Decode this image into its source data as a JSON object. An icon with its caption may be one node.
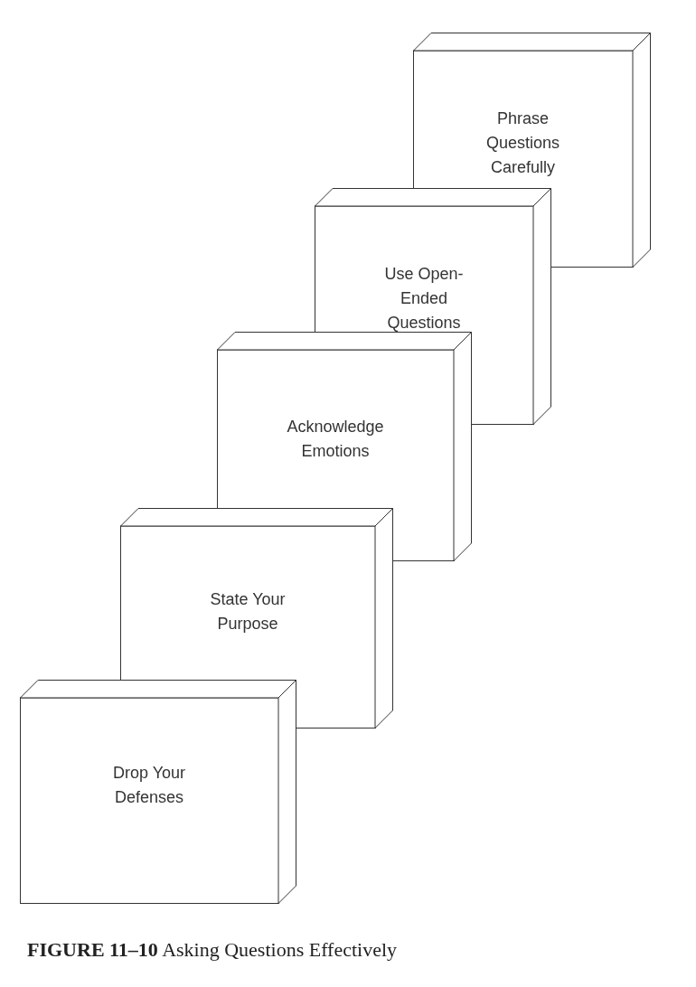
{
  "diagram": {
    "caption": "**FIGURE 11–10** Asking Questions Effectively",
    "nodes": [
      {
        "text": [
          "Drop Your Defenses"
        ]
      },
      {
        "text": [
          "State Your Purpose"
        ]
      },
      {
        "text": [
          "Acknowledge Emotions"
        ]
      },
      {
        "text": [
          "Use Open-Ended Questions"
        ]
      },
      {
        "text": [
          "Phrase Questions Carefully"
        ]
      }
    ]
  }
}
